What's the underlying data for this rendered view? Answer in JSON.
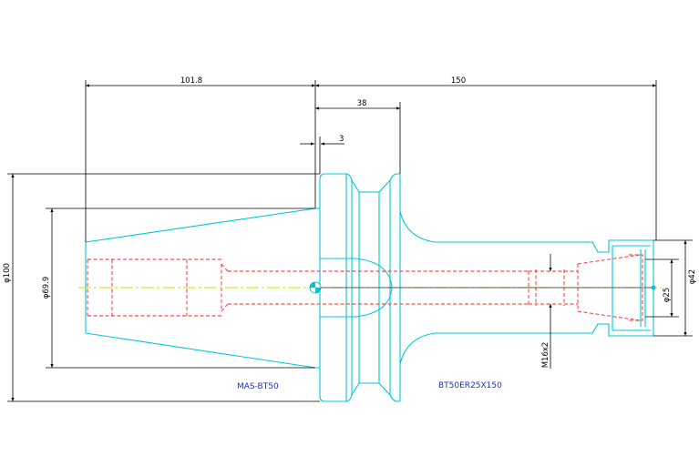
{
  "dimensions": {
    "taper_length": "101.8",
    "body_length": "150",
    "flange_length": "38",
    "gap": "3",
    "flange_diameter": "φ100",
    "taper_diameter": "φ69.9",
    "nose_diameter": "φ42",
    "collet_diameter": "φ25",
    "thread": "M16x2"
  },
  "labels": {
    "shank_standard": "MAS-BT50",
    "part_number": "BT50ER25X150"
  },
  "colors": {
    "outline": "#00c8d8",
    "hidden": "#ff2020",
    "center": "#d8d800",
    "dimension": "#000000",
    "label": "#2030c0"
  }
}
